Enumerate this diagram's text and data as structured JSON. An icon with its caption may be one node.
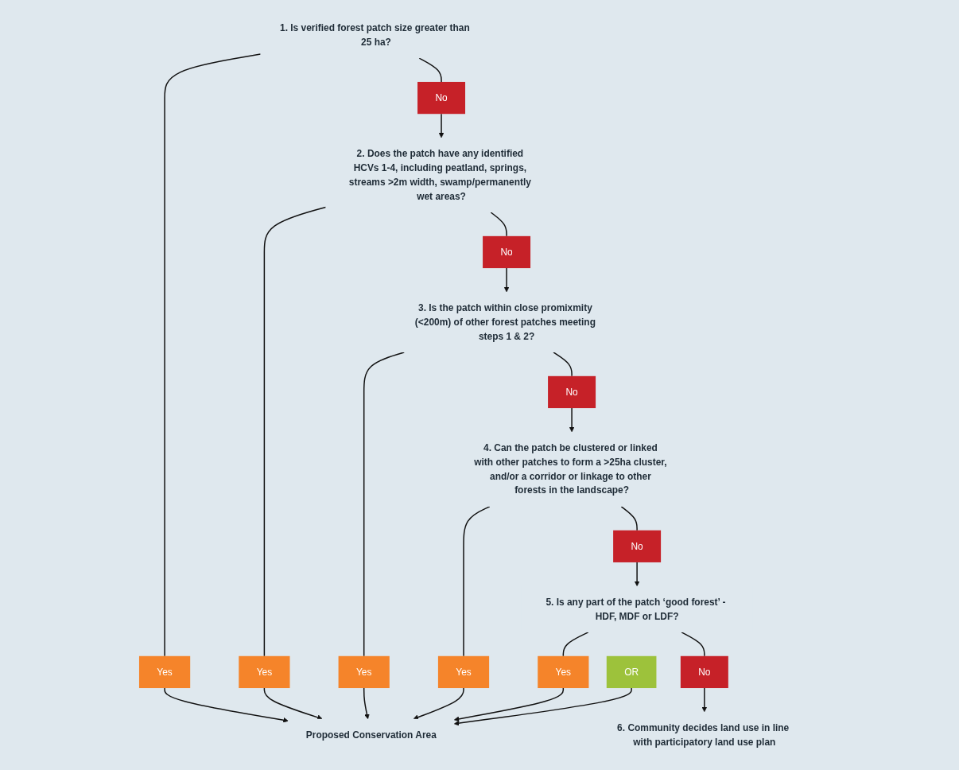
{
  "diagram": {
    "nodes": [
      {
        "text": [
          "1. Is verified forest patch size greater than 25 ha?"
        ]
      },
      {
        "text": [
          "Yes"
        ]
      },
      {
        "text": [
          "Proposed Conservation Area"
        ]
      },
      {
        "text": [
          "No"
        ]
      },
      {
        "text": [
          "2. Does the patch have any identified HCVs 1-4, including peatland, springs, streams >2m width, swamp/permanently wet areas?"
        ]
      },
      {
        "text": [
          "Yes"
        ]
      },
      {
        "text": [
          "No"
        ]
      },
      {
        "text": [
          "3. Is the patch within close promixmity (<200m) of other forest patches meeting steps 1 & 2?"
        ]
      },
      {
        "text": [
          "Yes"
        ]
      },
      {
        "text": [
          "No"
        ]
      },
      {
        "text": [
          "4. Can the patch be clustered or linked with other patches to form a >25ha cluster, and/or a corridor or linkage to other forests in the landscape?"
        ]
      },
      {
        "text": [
          "Yes"
        ]
      },
      {
        "text": [
          "No"
        ]
      },
      {
        "text": [
          "5. Is any part of the patch ‘good forest’ - HDF, MDF or LDF?"
        ]
      },
      {
        "text": [
          "Yes"
        ]
      },
      {
        "text": [
          "OR"
        ]
      },
      {
        "text": [
          "No"
        ]
      },
      {
        "text": [
          "6. Community decides land use in line with participatory land use plan"
        ]
      }
    ],
    "edges": [
      {
        "from": 0,
        "to": 1,
        "arrow": "none"
      },
      {
        "from": 1,
        "to": 2,
        "arrow": "to"
      },
      {
        "from": 0,
        "to": 3,
        "arrow": "none"
      },
      {
        "from": 3,
        "to": 4,
        "arrow": "to"
      },
      {
        "from": 4,
        "to": 5,
        "arrow": "none"
      },
      {
        "from": 5,
        "to": 2,
        "arrow": "to"
      },
      {
        "from": 4,
        "to": 6,
        "arrow": "none"
      },
      {
        "from": 6,
        "to": 7,
        "arrow": "to"
      },
      {
        "from": 7,
        "to": 8,
        "arrow": "none"
      },
      {
        "from": 8,
        "to": 2,
        "arrow": "to"
      },
      {
        "from": 7,
        "to": 9,
        "arrow": "none"
      },
      {
        "from": 9,
        "to": 10,
        "arrow": "to"
      },
      {
        "from": 10,
        "to": 11,
        "arrow": "none"
      },
      {
        "from": 11,
        "to": 2,
        "arrow": "to"
      },
      {
        "from": 10,
        "to": 12,
        "arrow": "none"
      },
      {
        "from": 12,
        "to": 13,
        "arrow": "to"
      },
      {
        "from": 13,
        "to": 14,
        "arrow": "none"
      },
      {
        "from": 14,
        "to": 2,
        "arrow": "to"
      },
      {
        "from": 13,
        "to": 16,
        "arrow": "none"
      },
      {
        "from": 16,
        "to": 17,
        "arrow": "to"
      },
      {
        "from": 15,
        "to": 2,
        "arrow": "to"
      }
    ]
  }
}
